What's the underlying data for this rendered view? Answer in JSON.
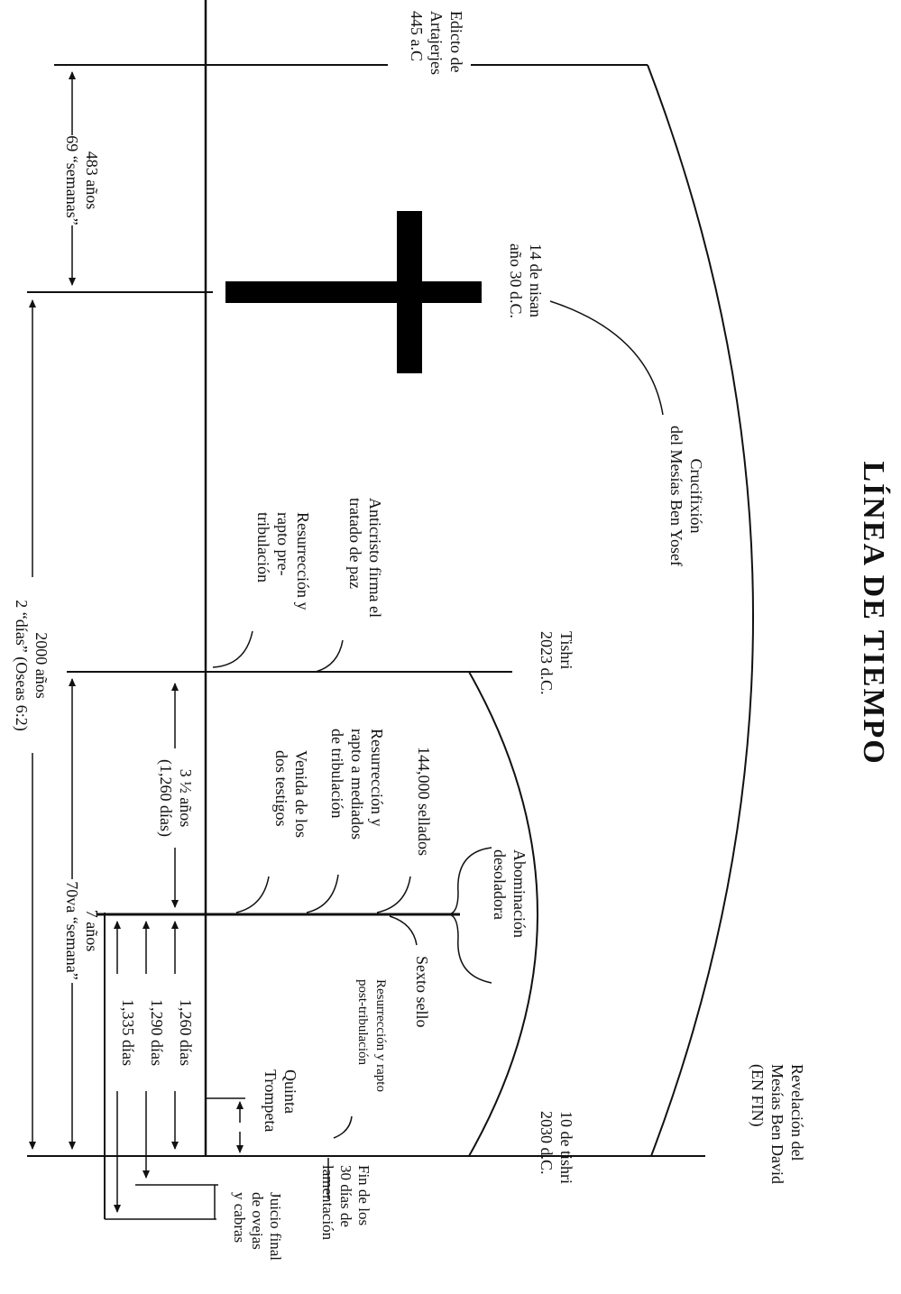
{
  "title": "LÍNEA DE TIEMPO",
  "events": {
    "edicto": [
      "Edicto de",
      "Artajerjes",
      "445 a.C"
    ],
    "nisan": [
      "14 de nisan",
      "año 30 d.C."
    ],
    "crucifixion": [
      "Crucifixión",
      "del Mesías Ben Yosef"
    ],
    "tishri2023": [
      "Tishri",
      "2023 d.C."
    ],
    "tishri2030": [
      "10 de tishri",
      "2030 d.C."
    ],
    "revelacion": [
      "Revelación del",
      "Mesías Ben David",
      "(EN FIN)"
    ],
    "anticristo": [
      "Anticristo firma el",
      "tratado de paz"
    ],
    "rapto_pre": [
      "Resurrección y",
      "rapto pre-",
      "tribulación"
    ],
    "sellados": [
      "144,000 sellados"
    ],
    "rapto_medio": [
      "Resurrección y",
      "rapto a mediados",
      "de tribulación"
    ],
    "testigos": [
      "Venida de los",
      "dos testigos"
    ],
    "abominacion": [
      "Abominación",
      "desoladora"
    ],
    "sexto_sello": [
      "Sexto sello"
    ],
    "rapto_post": [
      "Resurrección y rapto",
      "post-tribulación"
    ],
    "quinta": [
      "Quinta",
      "Trompeta"
    ],
    "fin30": [
      "Fin de los",
      "30 días de",
      "lamentación"
    ],
    "juicio": [
      "Juicio final",
      "de ovejas",
      "y cabras"
    ]
  },
  "spans": {
    "s483": [
      "483 años",
      "69 “semanas”"
    ],
    "s2000": [
      "2000 años",
      "2 “días” (Oseas 6:2)"
    ],
    "s7": [
      "7 años",
      "70va “semana”"
    ],
    "s35": [
      "3 ½ años",
      "(1,260 días)"
    ],
    "s1260": [
      "1,260 días"
    ],
    "s1290": [
      "1,290 días"
    ],
    "s1335": [
      "1,335 días"
    ]
  }
}
